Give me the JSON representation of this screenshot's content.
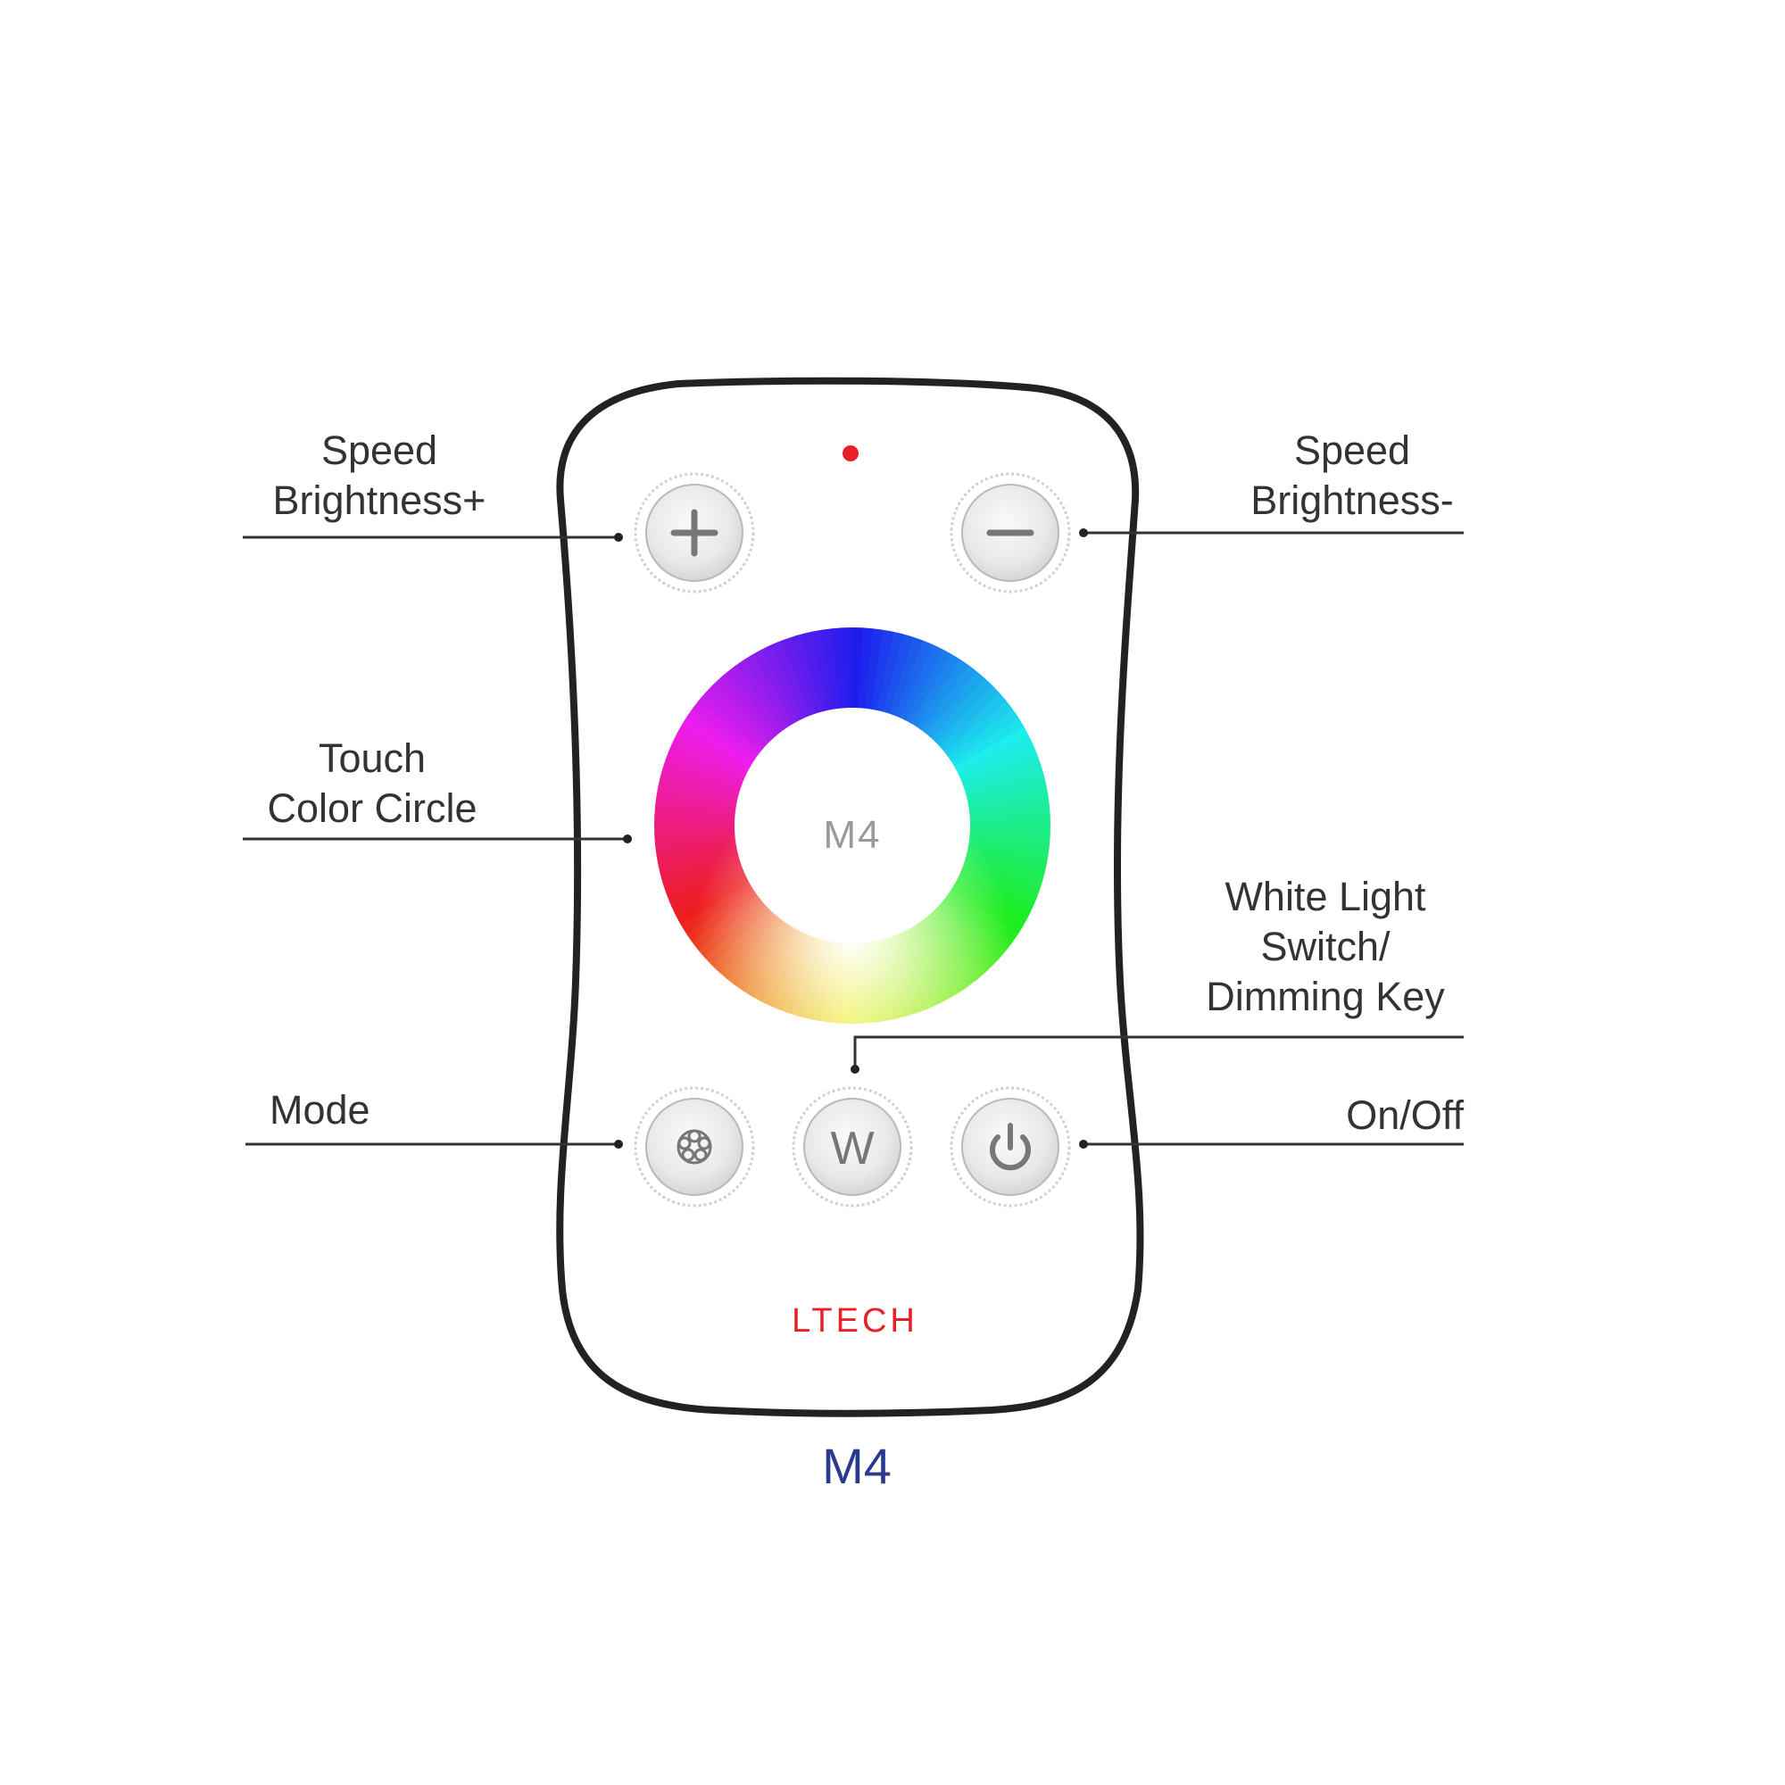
{
  "remote": {
    "model_caption": "M4",
    "brand_logo": "LTECH",
    "center_logo": "M4",
    "colors": {
      "outline": "#222222",
      "indicator_led": "#e8202a",
      "brand_logo": "#e8202a",
      "model_caption": "#2b3a8f",
      "label_text": "#333333",
      "button_face": "#ececec",
      "button_symbol": "#777777"
    },
    "buttons": [
      {
        "id": "plus",
        "symbol_icon": "plus-icon"
      },
      {
        "id": "minus",
        "symbol_icon": "minus-icon"
      },
      {
        "id": "mode",
        "symbol_icon": "mode-wheel-icon"
      },
      {
        "id": "white",
        "symbol_text": "W"
      },
      {
        "id": "power",
        "symbol_icon": "power-icon"
      }
    ]
  },
  "callouts": {
    "speed_brightness_plus": {
      "line1": "Speed",
      "line2": "Brightness+"
    },
    "speed_brightness_minus": {
      "line1": "Speed",
      "line2": "Brightness-"
    },
    "touch_color_circle": {
      "line1": "Touch",
      "line2": "Color Circle"
    },
    "white_light": {
      "line1": "White Light",
      "line2": "Switch/",
      "line3": "Dimming Key"
    },
    "mode": {
      "line1": "Mode"
    },
    "on_off": {
      "line1": "On/Off"
    }
  }
}
